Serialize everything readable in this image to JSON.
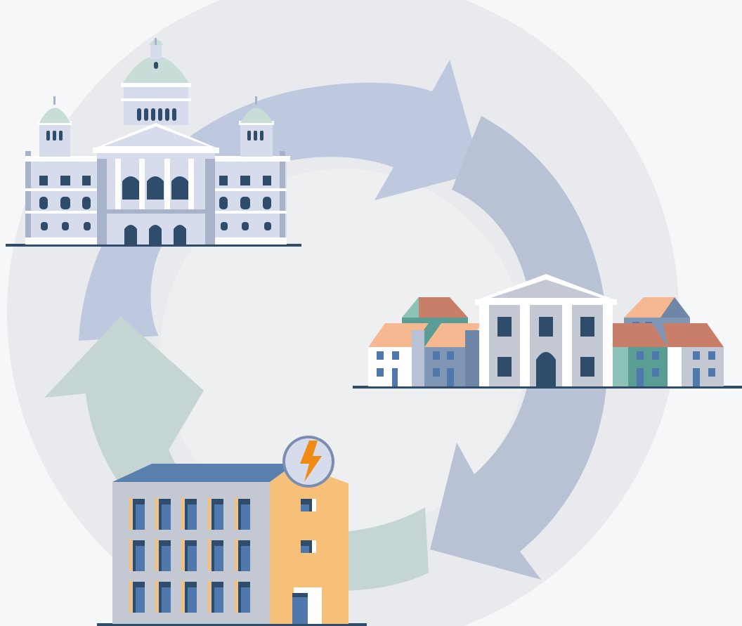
{
  "illustration": {
    "elements": [
      "federal-parliament-building",
      "town-hall-with-houses",
      "energy-utility-office"
    ],
    "icons": [
      "lightning-icon"
    ],
    "colors": {
      "background": "#f6f7f8",
      "ring": "#e8e9ec",
      "arrow_blue": "#bcc6de",
      "arrow_slate": "#b9c3d3",
      "arrow_green": "#c5d6d4",
      "navy": "#2f4c6b",
      "dome": "#c8ddd8",
      "facade": "#d6dcec",
      "orange": "#f7c078",
      "bolt": "#ef8a12"
    }
  }
}
